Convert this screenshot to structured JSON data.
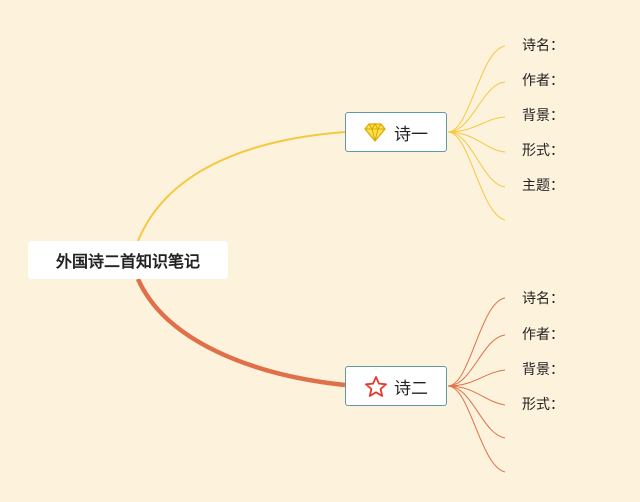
{
  "root": {
    "label": "外国诗二首知识笔记"
  },
  "branches": [
    {
      "label": "诗一",
      "icon": "diamond-icon",
      "color": "#f5c842",
      "items": [
        "诗名：",
        "作者：",
        "背景：",
        "形式：",
        "主题："
      ]
    },
    {
      "label": "诗二",
      "icon": "star-icon",
      "color": "#e0704a",
      "items": [
        "诗名：",
        "作者：",
        "背景：",
        "形式："
      ]
    }
  ]
}
